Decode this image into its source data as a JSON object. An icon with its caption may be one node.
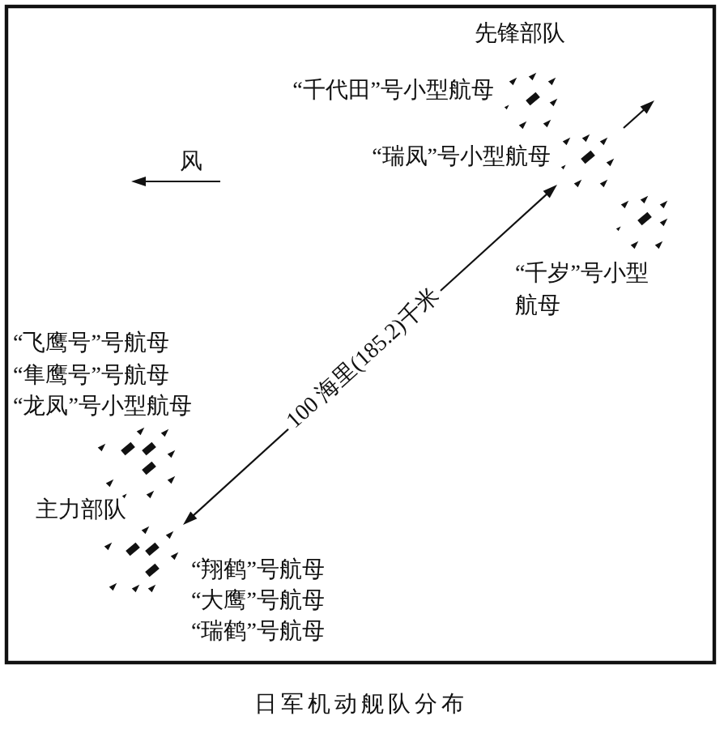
{
  "diagram": {
    "caption": "日军机动舰队分布",
    "labels": [
      "先锋部队",
      "“千代田”号小型航母",
      "风",
      "“瑞凤”号小型航母",
      "“千岁”号小型航母",
      "“飞鹰号”号航母",
      "“隼鹰号”号航母",
      "“龙凤”号小型航母",
      "100 海里(185.2)千米",
      "主力部队",
      "“翔鹤”号航母",
      "“大鹰”号航母",
      "“瑞鹤”号航母"
    ]
  }
}
